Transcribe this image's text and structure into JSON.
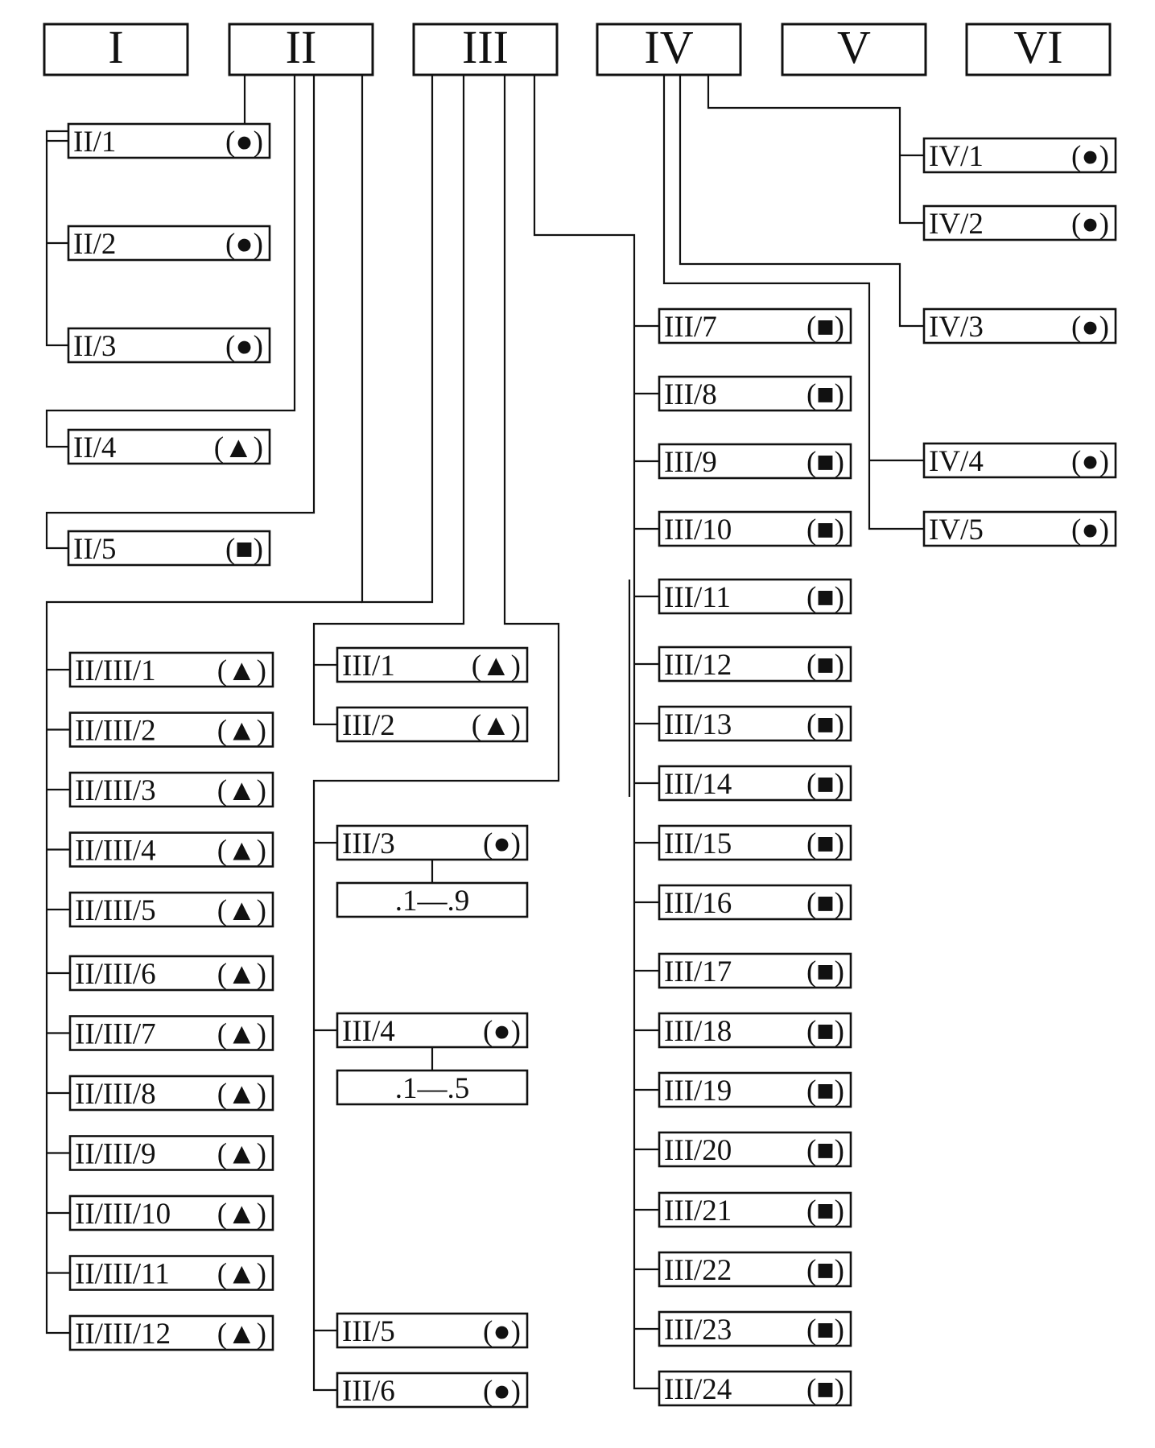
{
  "headers": [
    "I",
    "II",
    "III",
    "IV",
    "V",
    "VI"
  ],
  "groups": {
    "II": [
      {
        "label": "II/1",
        "symbol": "circle"
      },
      {
        "label": "II/2",
        "symbol": "circle"
      },
      {
        "label": "II/3",
        "symbol": "circle"
      },
      {
        "label": "II/4",
        "symbol": "triangle"
      },
      {
        "label": "II/5",
        "symbol": "square"
      }
    ],
    "II_III": [
      {
        "label": "II/III/1",
        "symbol": "triangle"
      },
      {
        "label": "II/III/2",
        "symbol": "triangle"
      },
      {
        "label": "II/III/3",
        "symbol": "triangle"
      },
      {
        "label": "II/III/4",
        "symbol": "triangle"
      },
      {
        "label": "II/III/5",
        "symbol": "triangle"
      },
      {
        "label": "II/III/6",
        "symbol": "triangle"
      },
      {
        "label": "II/III/7",
        "symbol": "triangle"
      },
      {
        "label": "II/III/8",
        "symbol": "triangle"
      },
      {
        "label": "II/III/9",
        "symbol": "triangle"
      },
      {
        "label": "II/III/10",
        "symbol": "triangle"
      },
      {
        "label": "II/III/11",
        "symbol": "triangle"
      },
      {
        "label": "II/III/12",
        "symbol": "triangle"
      }
    ],
    "III_middle": [
      {
        "label": "III/1",
        "symbol": "triangle"
      },
      {
        "label": "III/2",
        "symbol": "triangle"
      },
      {
        "label": "III/3",
        "symbol": "circle",
        "range": ".1—.9"
      },
      {
        "label": "III/4",
        "symbol": "circle",
        "range": ".1—.5"
      },
      {
        "label": "III/5",
        "symbol": "circle"
      },
      {
        "label": "III/6",
        "symbol": "circle"
      }
    ],
    "III_right": [
      {
        "label": "III/7",
        "symbol": "square"
      },
      {
        "label": "III/8",
        "symbol": "square"
      },
      {
        "label": "III/9",
        "symbol": "square"
      },
      {
        "label": "III/10",
        "symbol": "square"
      },
      {
        "label": "III/11",
        "symbol": "square"
      },
      {
        "label": "III/12",
        "symbol": "square"
      },
      {
        "label": "III/13",
        "symbol": "square"
      },
      {
        "label": "III/14",
        "symbol": "square"
      },
      {
        "label": "III/15",
        "symbol": "square"
      },
      {
        "label": "III/16",
        "symbol": "square"
      },
      {
        "label": "III/17",
        "symbol": "square"
      },
      {
        "label": "III/18",
        "symbol": "square"
      },
      {
        "label": "III/19",
        "symbol": "square"
      },
      {
        "label": "III/20",
        "symbol": "square"
      },
      {
        "label": "III/21",
        "symbol": "square"
      },
      {
        "label": "III/22",
        "symbol": "square"
      },
      {
        "label": "III/23",
        "symbol": "square"
      },
      {
        "label": "III/24",
        "symbol": "square"
      }
    ],
    "IV": [
      {
        "label": "IV/1",
        "symbol": "circle"
      },
      {
        "label": "IV/2",
        "symbol": "circle"
      },
      {
        "label": "IV/3",
        "symbol": "circle"
      },
      {
        "label": "IV/4",
        "symbol": "circle"
      },
      {
        "label": "IV/5",
        "symbol": "circle"
      }
    ]
  },
  "symbol_glyphs": {
    "circle": "●",
    "triangle": "▲",
    "square": "■"
  },
  "colors": {
    "ink": "#111111",
    "paper": "#ffffff"
  }
}
